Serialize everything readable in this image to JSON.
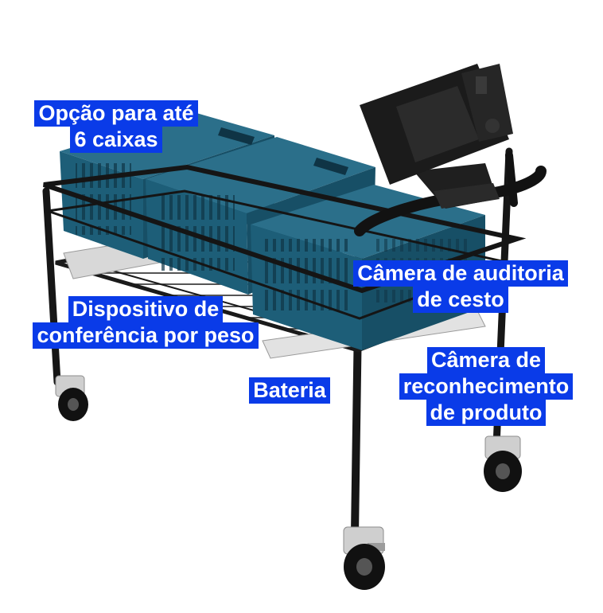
{
  "colors": {
    "label_bg": "#0a3be8",
    "label_text": "#ffffff",
    "crate": "#1d5e78",
    "crate_dark": "#143f52",
    "frame": "#1a1a1a",
    "wheel": "#111111",
    "caster_metal": "#c9c9c9"
  },
  "labels": {
    "crates": [
      "Opção para até",
      "6 caixas"
    ],
    "audit_camera": [
      "Câmera de auditoria",
      "de cesto"
    ],
    "weight_device": [
      "Dispositivo de",
      "conferência por peso"
    ],
    "battery": [
      "Bateria"
    ],
    "product_camera": [
      "Câmera de",
      "reconhecimento",
      "de produto"
    ]
  }
}
